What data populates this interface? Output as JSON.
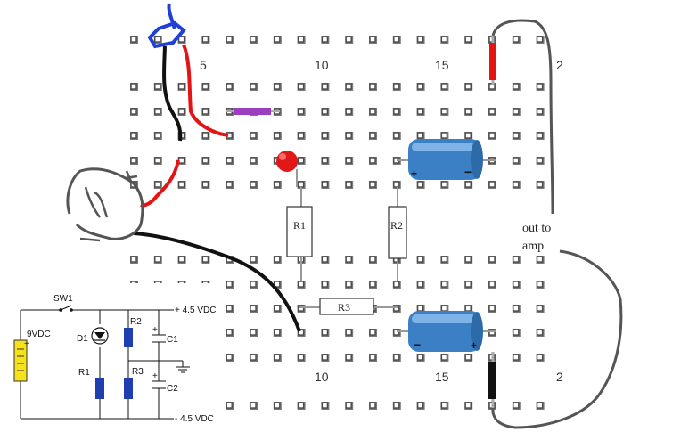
{
  "board": {
    "column_numbers_top": [
      "5",
      "10",
      "15",
      "2"
    ],
    "column_numbers_bottom": [
      "10",
      "15",
      "2"
    ]
  },
  "components": {
    "r1_label": "R1",
    "r2_label": "R2",
    "r3_label": "R3",
    "cap_plus": "+",
    "cap_minus": "−"
  },
  "annotations": {
    "output_note_line1": "out to",
    "output_note_line2": "amp"
  },
  "schematic": {
    "switch_label": "SW1",
    "plus_rail_label": "+ 4.5 VDC",
    "minus_rail_label": "- 4.5 VDC",
    "battery_label": "9VDC",
    "battery_plus": "+",
    "diode_label": "D1",
    "r1_label": "R1",
    "r2_label": "R2",
    "r3_label": "R3",
    "c1_label": "C1",
    "c2_label": "C2",
    "c_plus": "+"
  },
  "colors": {
    "wire_red": "#e41414",
    "wire_black": "#111111",
    "wire_blue": "#1f3fd6",
    "wire_grey": "#555555",
    "jumper_purple": "#9b3fc0",
    "capacitor_blue": "#3b7fc4",
    "led_red": "#e01818",
    "schematic_yellow": "#f6e21b",
    "schematic_blue": "#1f3fb0"
  }
}
